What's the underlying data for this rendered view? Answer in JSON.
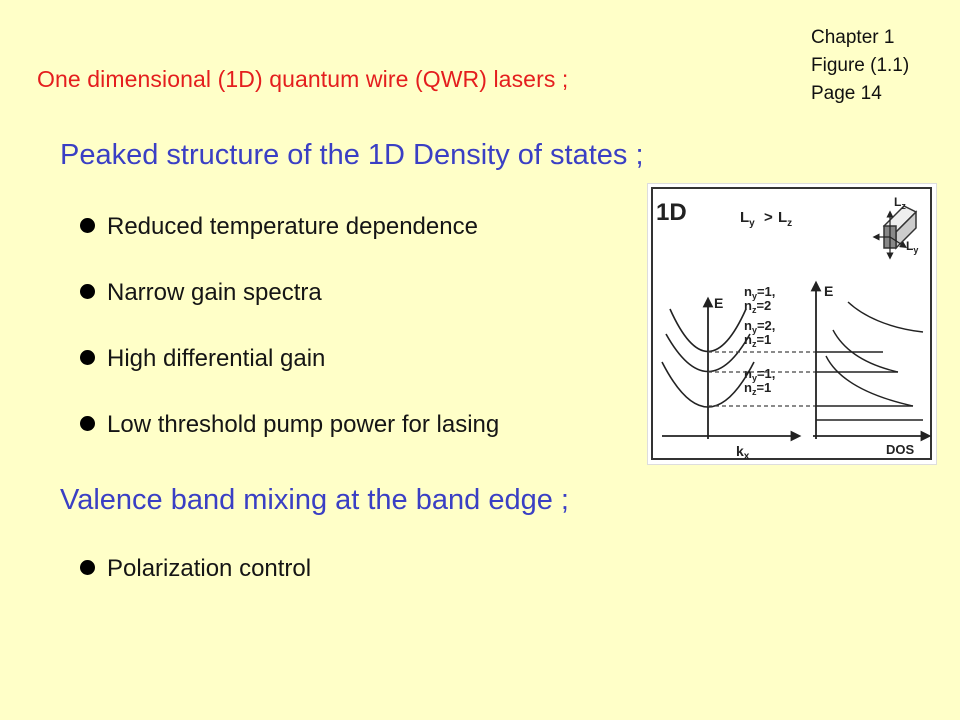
{
  "chapter_ref": {
    "chapter": "Chapter 1",
    "figure": "Figure (1.1)",
    "page": "Page 14"
  },
  "title": "One dimensional (1D) quantum wire (QWR) lasers ;",
  "section1": {
    "heading": "Peaked structure of the 1D Density of states ;",
    "bullets": [
      "Reduced temperature dependence",
      "Narrow gain spectra",
      "High differential gain",
      "Low threshold pump power for lasing"
    ]
  },
  "section2": {
    "heading": "Valence band mixing at the band edge ;",
    "bullets": [
      "Polarization control"
    ]
  },
  "figure": {
    "tag": "1D",
    "condition_ly": "L",
    "condition_ly_sub": "y",
    "condition_gt": ">",
    "condition_lz": "L",
    "condition_lz_sub": "z",
    "wire_lz": "L",
    "wire_lz_sub": "z",
    "wire_ly": "L",
    "wire_ly_sub": "y",
    "e_axis_left": "E",
    "e_axis_right": "E",
    "kx_label": "k",
    "kx_sub": "x",
    "dos_label": "DOS",
    "level1_a": "n",
    "level1_a_sub": "y",
    "level1_a_val": "=1,",
    "level1_b": "n",
    "level1_b_sub": "z",
    "level1_b_val": "=2",
    "level2_a": "n",
    "level2_a_sub": "y",
    "level2_a_val": "=2,",
    "level2_b": "n",
    "level2_b_sub": "z",
    "level2_b_val": "=1",
    "level3_a": "n",
    "level3_a_sub": "y",
    "level3_a_val": "=1,",
    "level3_b": "n",
    "level3_b_sub": "z",
    "level3_b_val": "=1"
  }
}
